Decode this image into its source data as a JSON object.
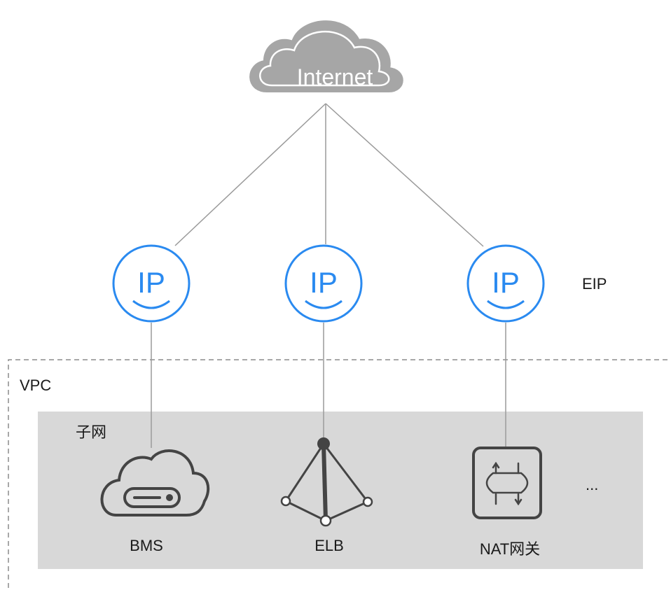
{
  "cloud": {
    "label": "Internet",
    "icon": "cloud-icon"
  },
  "eip": {
    "label": "EIP",
    "items": [
      {
        "text": "IP",
        "icon": "eip-icon"
      },
      {
        "text": "IP",
        "icon": "eip-icon"
      },
      {
        "text": "IP",
        "icon": "eip-icon"
      }
    ]
  },
  "vpc": {
    "label": "VPC"
  },
  "subnet": {
    "label": "子网",
    "resources": [
      {
        "label": "BMS",
        "icon": "bms-icon"
      },
      {
        "label": "ELB",
        "icon": "elb-icon"
      },
      {
        "label": "NAT网关",
        "icon": "nat-gateway-icon"
      }
    ],
    "more": "..."
  },
  "colors": {
    "eip_blue": "#2a8af0",
    "line_gray": "#9a9a9a",
    "cloud_gray": "#a6a6a6",
    "subnet_fill": "#d8d8d8",
    "icon_dark": "#444444"
  }
}
